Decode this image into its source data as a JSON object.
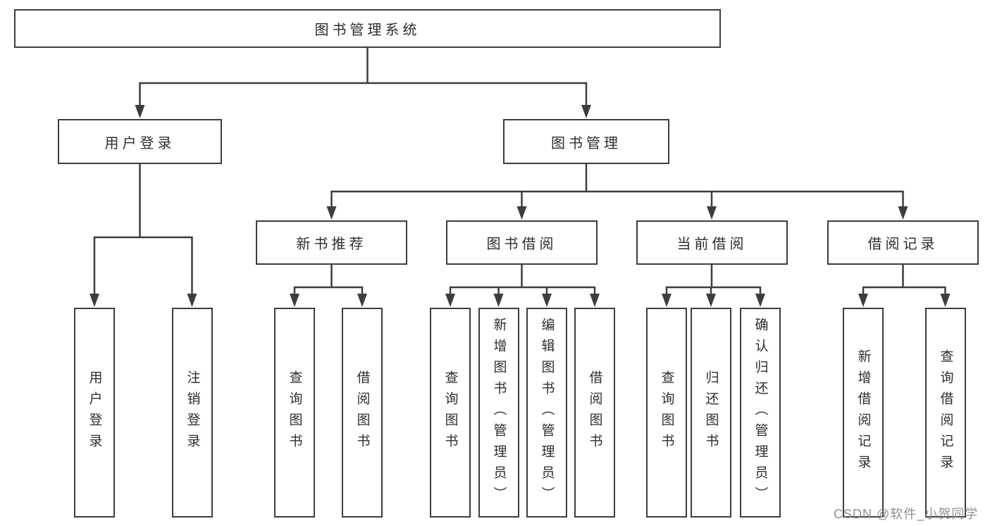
{
  "title": "图书管理系统",
  "tree": {
    "label": "图书管理系统",
    "children": [
      {
        "label": "用户登录",
        "children": [
          {
            "label": "用户登录"
          },
          {
            "label": "注销登录"
          }
        ]
      },
      {
        "label": "图书管理",
        "children": [
          {
            "label": "新书推荐",
            "children": [
              {
                "label": "查询图书"
              },
              {
                "label": "借阅图书"
              }
            ]
          },
          {
            "label": "图书借阅",
            "children": [
              {
                "label": "查询图书"
              },
              {
                "label": "新增图书（管理员）"
              },
              {
                "label": "编辑图书（管理员）"
              },
              {
                "label": "借阅图书"
              }
            ]
          },
          {
            "label": "当前借阅",
            "children": [
              {
                "label": "查询图书"
              },
              {
                "label": "归还图书"
              },
              {
                "label": "确认归还（管理员）"
              }
            ]
          },
          {
            "label": "借阅记录",
            "children": [
              {
                "label": "新增借阅记录"
              },
              {
                "label": "查询借阅记录"
              }
            ]
          }
        ]
      }
    ]
  },
  "watermark": {
    "text": "CSDN @软件_小贺同学",
    "color": "#8f8f8f"
  },
  "colors": {
    "box_border": "#3d3d3d",
    "connector": "#3d3d3d",
    "text": "#2e2e2e",
    "watermark": "#8f8f8f",
    "background": "#ffffff"
  }
}
